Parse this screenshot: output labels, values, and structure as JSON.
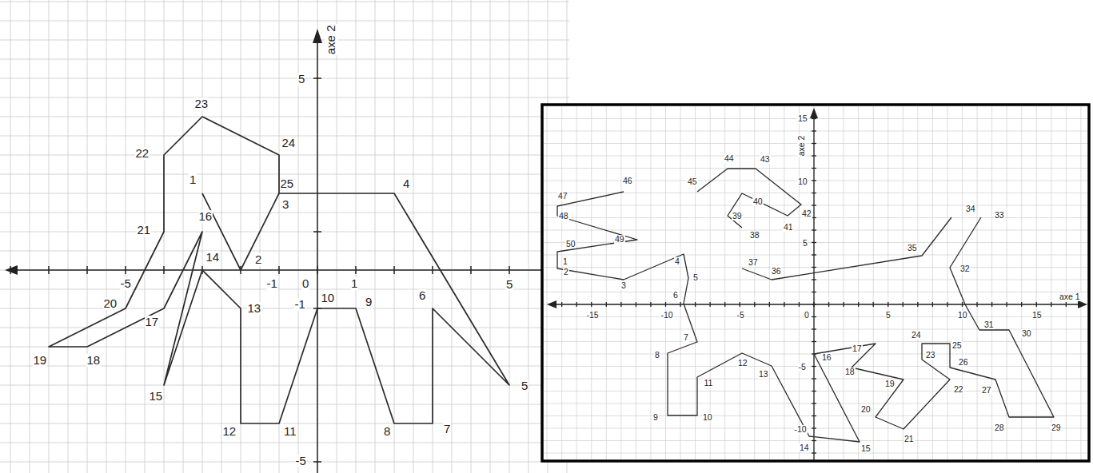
{
  "diagram": {
    "labels": [
      "1",
      "2",
      "3",
      "4",
      "5",
      "6",
      "7",
      "8",
      "9",
      "10",
      "11",
      "12",
      "13",
      "14",
      "15",
      "16",
      "17",
      "18",
      "19",
      "20",
      "21",
      "22",
      "23",
      "24",
      "25",
      "-5",
      "-1",
      "0",
      "1",
      "5",
      "5",
      "-1",
      "-5",
      "axe 2",
      "1",
      "2",
      "3",
      "4",
      "5",
      "6",
      "7",
      "8",
      "9",
      "10",
      "11",
      "12",
      "13",
      "14",
      "15",
      "16",
      "17",
      "18",
      "19",
      "20",
      "21",
      "22",
      "23",
      "24",
      "25",
      "26",
      "27",
      "28",
      "29",
      "30",
      "31",
      "32",
      "33",
      "34",
      "35",
      "36",
      "37",
      "38",
      "39",
      "40",
      "41",
      "42",
      "43",
      "44",
      "45",
      "46",
      "47",
      "48",
      "49",
      "50",
      "-15",
      "-10",
      "-5",
      "0",
      "5",
      "10",
      "15",
      "15",
      "10",
      "5",
      "-5",
      "-10",
      "axe 2",
      "axe 1"
    ]
  }
}
